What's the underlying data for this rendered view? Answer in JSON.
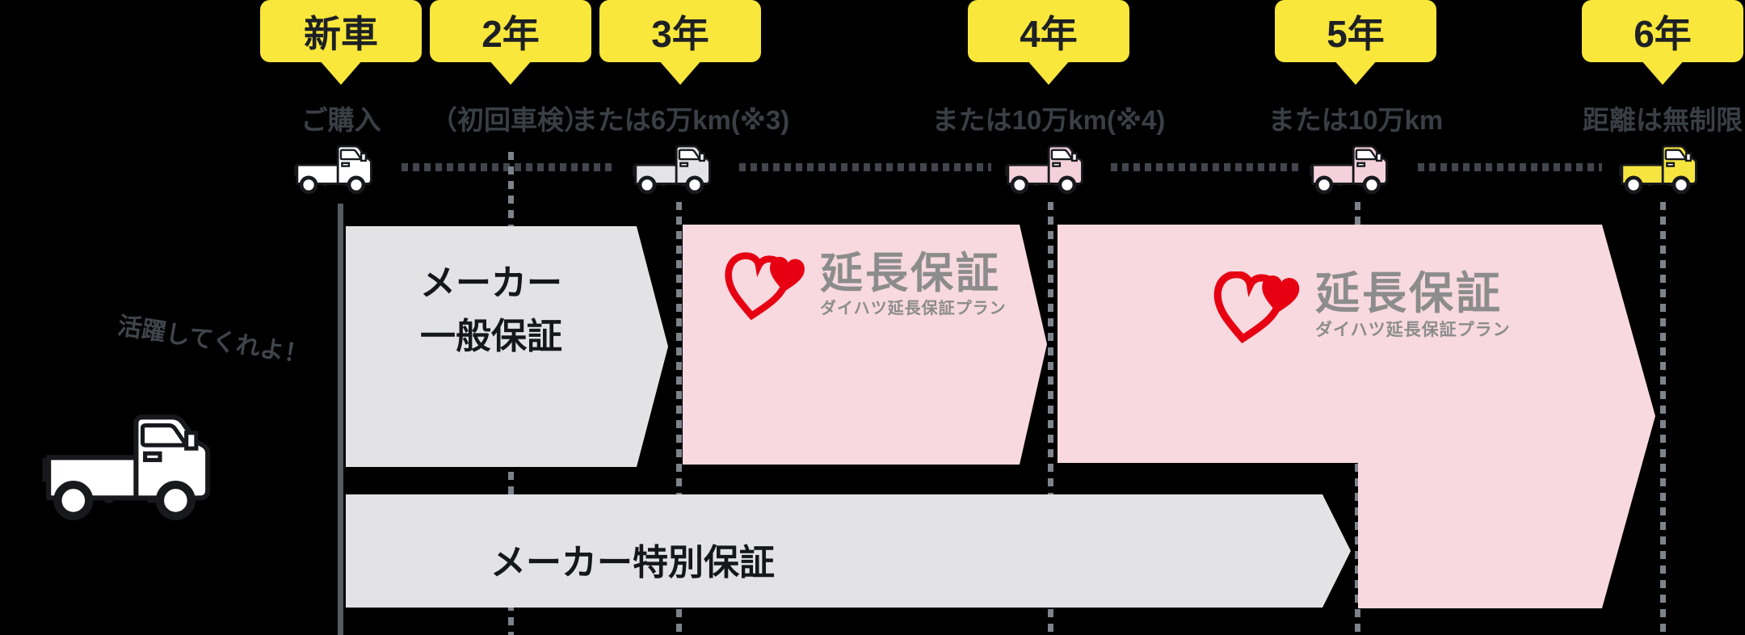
{
  "timeline": {
    "markers": [
      {
        "tag": "新車",
        "sub": "ご購入"
      },
      {
        "tag": "2年",
        "sub": "（初回車検）"
      },
      {
        "tag": "3年",
        "sub": "または6万km(※3)"
      },
      {
        "tag": "4年",
        "sub": "または10万km(※4)"
      },
      {
        "tag": "5年",
        "sub": "または10万km"
      },
      {
        "tag": "6年",
        "sub": "距離は無制限"
      }
    ]
  },
  "bands": {
    "maker_general": {
      "label_line1": "メーカー",
      "label_line2": "一般保証"
    },
    "maker_special": {
      "label": "メーカー特別保証"
    },
    "extended": {
      "title": "延長保証",
      "subtitle": "ダイハツ延長保証プラン"
    }
  },
  "hero": {
    "note": "活躍してくれよ！"
  },
  "colors": {
    "background": "#000000",
    "tag_yellow": "#f9e73b",
    "band_gray": "#e3e3e5",
    "band_pink": "#f7d9df",
    "logo_red": "#e60012",
    "logo_gray": "#8c8c8c",
    "label_gray": "#3a3f46",
    "truck_pink": "#f5d2db",
    "truck_yellow": "#f7e53f"
  }
}
